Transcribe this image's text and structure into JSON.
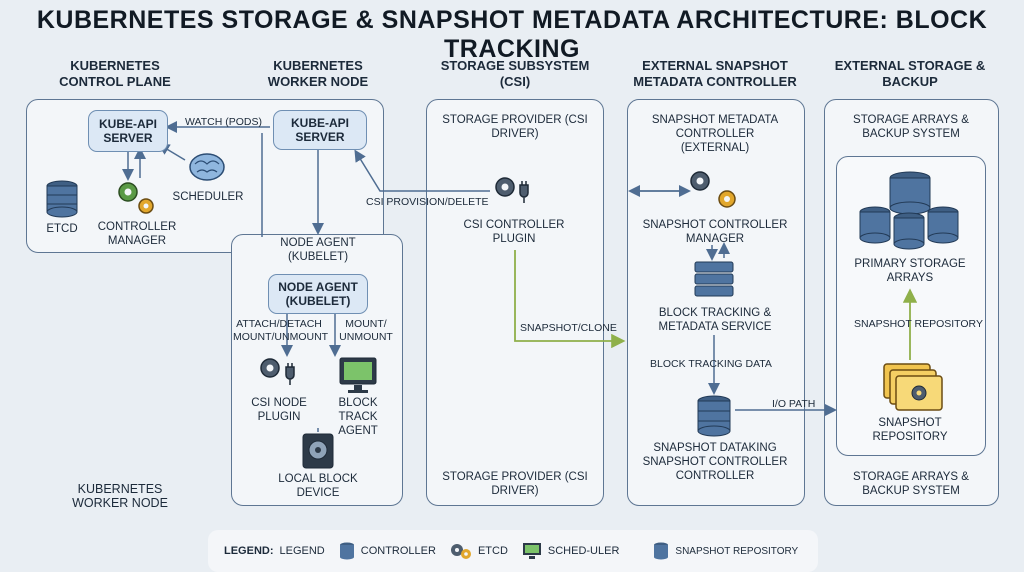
{
  "title": "KUBERNETES STORAGE & SNAPSHOT METADATA ARCHITECTURE: BLOCK TRACKING",
  "columns": {
    "control_plane": "KUBERNETES CONTROL PLANE",
    "worker_node": "KUBERNETES WORKER NODE",
    "storage": "STORAGE SUBSYSTEM (CSI)",
    "snapshot": "EXTERNAL SNAPSHOT METADATA CONTROLLER",
    "backup": "EXTERNAL STORAGE & BACKUP"
  },
  "control_plane": {
    "kube_api": "KUBE-API SERVER",
    "etcd": "ETCD",
    "controller_manager": "CONTROLLER MANAGER",
    "scheduler": "SCHEDULER",
    "bottom_label": "KUBERNETES WORKER NODE"
  },
  "worker": {
    "kube_api": "KUBE-API SERVER",
    "watch": "WATCH (PODS)",
    "node_agent_header": "NODE AGENT (KUBELET)",
    "node_agent": "NODE AGENT (KUBELET)",
    "attach": "ATTACH/DETACH MOUNT/UNMOUNT",
    "mount": "MOUNT/ UNMOUNT",
    "csi_node": "CSI NODE PLUGIN",
    "block_track": "BLOCK TRACK AGENT",
    "local_block": "LOCAL BLOCK DEVICE"
  },
  "storage": {
    "provider_top": "STORAGE PROVIDER (CSI DRIVER)",
    "csi_provision": "CSI PROVISION/DELETE",
    "csi_controller": "CSI CONTROLLER PLUGIN",
    "snapshot_clone": "SNAPSHOT/CLONE",
    "provider_bottom": "STORAGE PROVIDER (CSI DRIVER)"
  },
  "snapshot": {
    "header": "SNAPSHOT METADATA CONTROLLER (EXTERNAL)",
    "manager": "SNAPSHOT CONTROLLER MANAGER",
    "block_service": "BLOCK TRACKING & METADATA SERVICE",
    "block_data": "BLOCK TRACKING DATA",
    "datakinq": "SNAPSHOT DATAKING SNAPSHOT CONTROLLER CONTROLLER",
    "io_path": "I/O PATH"
  },
  "backup": {
    "header": "STORAGE ARRAYS & BACKUP SYSTEM",
    "primary": "PRIMARY STORAGE ARRAYS",
    "snap_repo_label": "SNAPSHOT REPOSITORY",
    "snap_repo": "SNAPSHOT REPOSITORY",
    "footer": "STORAGE ARRAYS & BACKUP SYSTEM"
  },
  "legend": {
    "title": "LEGEND:",
    "legend": "LEGEND",
    "controller": "CONTROLLER",
    "etcd": "ETCD",
    "scheduler": "SCHED-ULER",
    "snapshot_repository": "SNAPSHOT REPOSITORY"
  },
  "colors": {
    "border": "#5e7693",
    "arrow_blue": "#4f6d92",
    "arrow_green": "#8fb04a",
    "pill": "#dce8f5",
    "gear_orange": "#e2a72c",
    "gear_green": "#5a9a46"
  }
}
